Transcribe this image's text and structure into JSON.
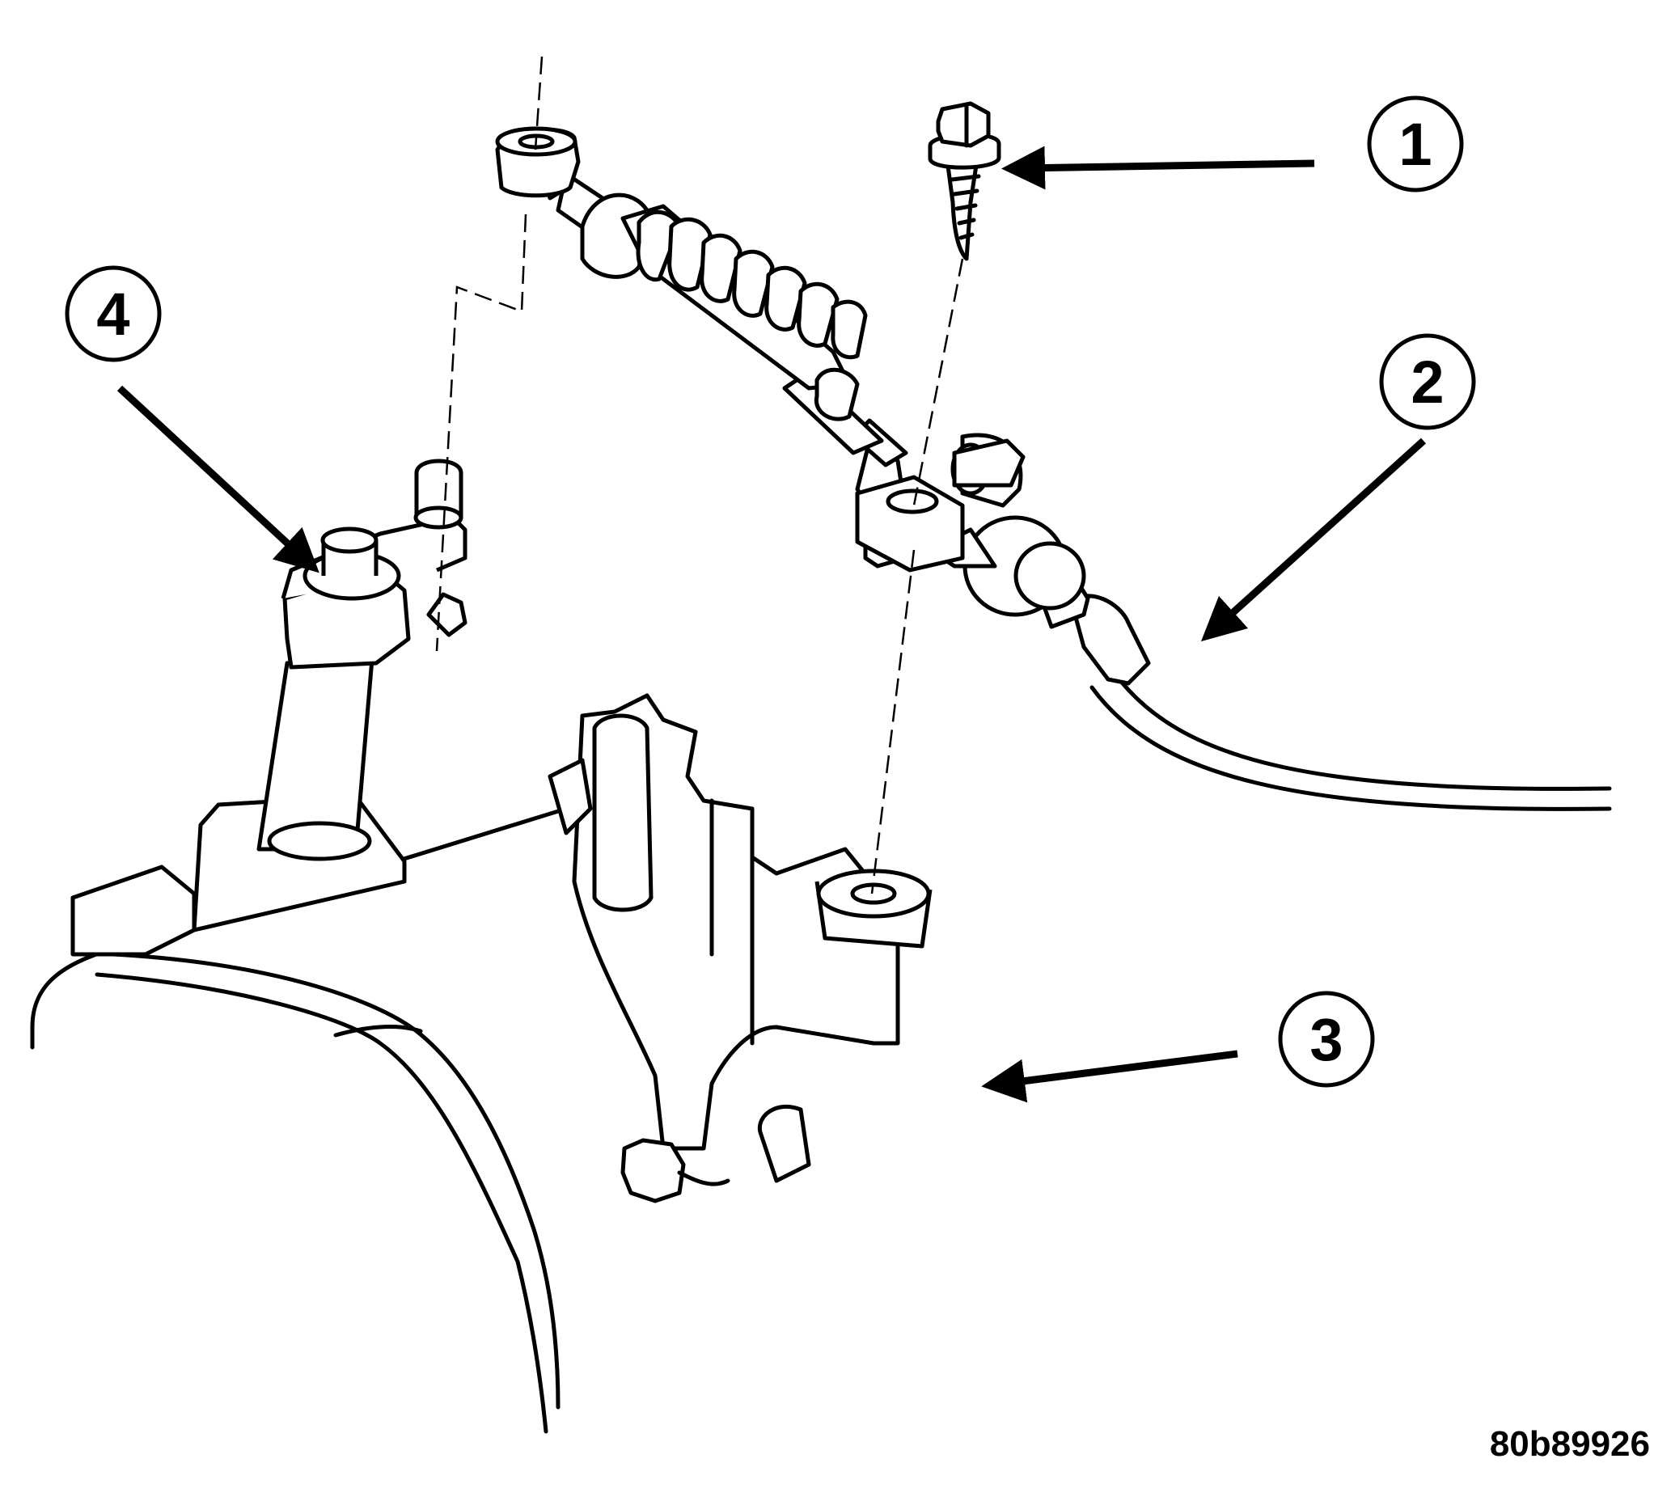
{
  "callouts": [
    {
      "number": "1"
    },
    {
      "number": "2"
    },
    {
      "number": "3"
    },
    {
      "number": "4"
    }
  ],
  "figure_id": "80b89926",
  "colors": {
    "ink": "#000000",
    "paper": "#ffffff"
  }
}
